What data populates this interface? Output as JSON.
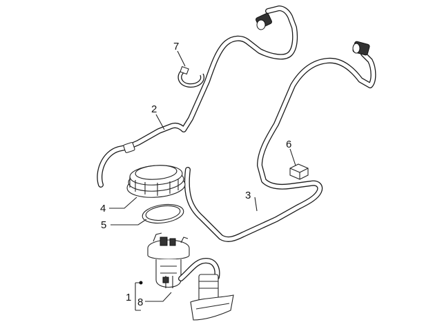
{
  "callouts": [
    {
      "id": "1",
      "text": "1"
    },
    {
      "id": "2",
      "text": "2"
    },
    {
      "id": "3",
      "text": "3"
    },
    {
      "id": "4",
      "text": "4"
    },
    {
      "id": "5",
      "text": "5"
    },
    {
      "id": "6",
      "text": "6"
    },
    {
      "id": "7",
      "text": "7"
    },
    {
      "id": "8",
      "text": "8"
    }
  ],
  "colors": {
    "line": "#1a1a1a",
    "background": "#ffffff"
  }
}
